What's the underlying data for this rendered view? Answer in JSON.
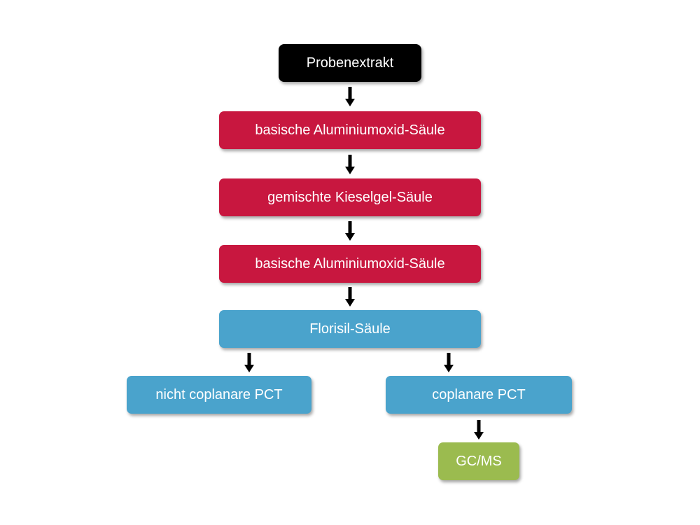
{
  "diagram": {
    "colors": {
      "start": "#000000",
      "column_red": "#c8173f",
      "column_blue": "#4aa3cc",
      "result_green": "#9bbb4f",
      "arrow": "#000000"
    },
    "nodes": {
      "probenextrakt": "Probenextrakt",
      "alox1": "basische Aluminiumoxid-Säule",
      "kieselgel": "gemischte Kieselgel-Säule",
      "alox2": "basische Aluminiumoxid-Säule",
      "florisil": "Florisil-Säule",
      "nicht_coplanar": "nicht coplanare PCT",
      "coplanar": "coplanare PCT",
      "gcms": "GC/MS"
    }
  }
}
